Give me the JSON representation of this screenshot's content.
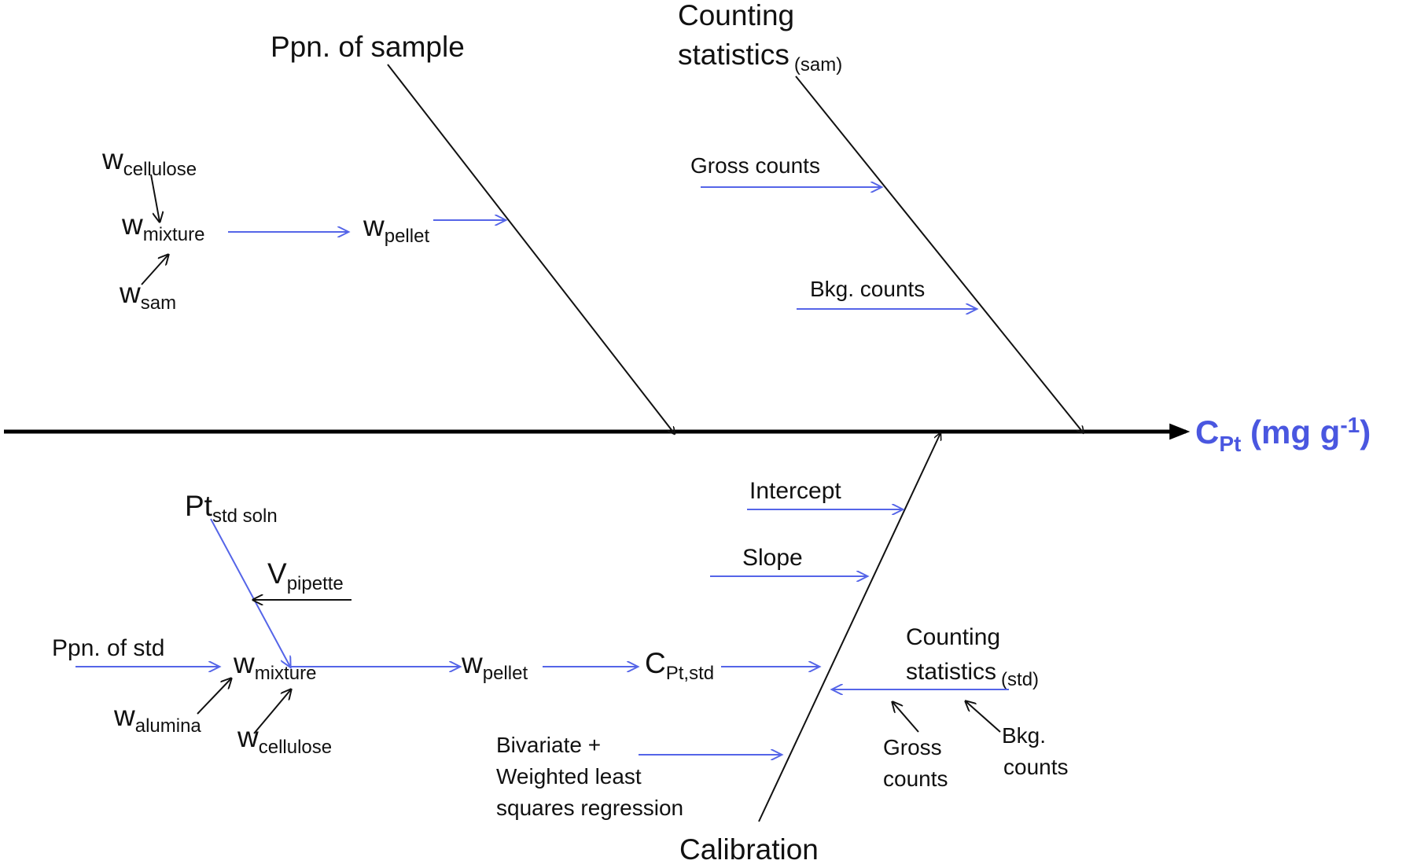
{
  "output": {
    "main": "C",
    "sub": "Pt",
    "unit": " (mg g",
    "exp": "-1",
    "close": ")"
  },
  "sample_branch": {
    "title": "Ppn. of sample",
    "w_cellulose": {
      "main": "w",
      "sub": "cellulose"
    },
    "w_mixture": {
      "main": "w",
      "sub": "mixture"
    },
    "w_sam": {
      "main": "w",
      "sub": "sam"
    },
    "w_pellet": {
      "main": "w",
      "sub": "pellet"
    }
  },
  "counting_sam_branch": {
    "title_line1": "Counting",
    "title_line2": "statistics",
    "title_sub": "(sam)",
    "gross": "Gross counts",
    "bkg": "Bkg. counts"
  },
  "calibration_branch": {
    "title": "Calibration",
    "intercept": "Intercept",
    "slope": "Slope",
    "regression_line1": "Bivariate  +",
    "regression_line2": "Weighted least",
    "regression_line3": "squares regression",
    "counting_line1": "Counting",
    "counting_line2": "statistics",
    "counting_sub": "(std)",
    "gross_line1": "Gross",
    "gross_line2": "counts",
    "bkg_line1": "Bkg.",
    "bkg_line2": "counts"
  },
  "std_branch": {
    "title": "Ppn. of std",
    "pt_std": {
      "main": "Pt",
      "sub": "std soln"
    },
    "v_pipette": {
      "main": "V",
      "sub": "pipette"
    },
    "w_mixture": {
      "main": "w",
      "sub": "mixture"
    },
    "w_alumina": {
      "main": "w",
      "sub": "alumina"
    },
    "w_cellulose": {
      "main": "w",
      "sub": "cellulose"
    },
    "w_pellet": {
      "main": "w",
      "sub": "pellet"
    },
    "c_pt_std": {
      "main": "C",
      "sub": "Pt,std"
    }
  },
  "colors": {
    "spine": "#000000",
    "branch": "#111111",
    "cause_arrow": "#5565e8",
    "output": "#4a57e0"
  }
}
